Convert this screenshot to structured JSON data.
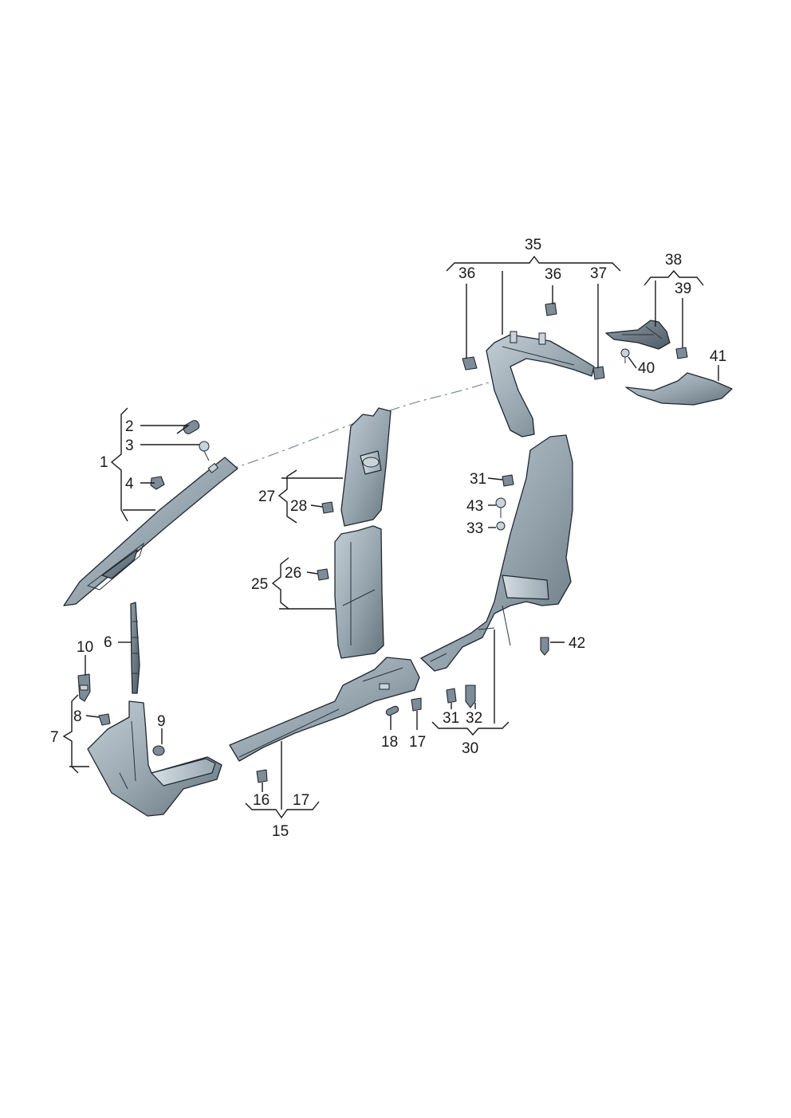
{
  "callouts": {
    "c1": "1",
    "c2": "2",
    "c3": "3",
    "c4": "4",
    "c6": "6",
    "c7": "7",
    "c8": "8",
    "c9": "9",
    "c10": "10",
    "c15": "15",
    "c16": "16",
    "c17a": "17",
    "c17b": "17",
    "c18": "18",
    "c25": "25",
    "c26": "26",
    "c27": "27",
    "c28": "28",
    "c30": "30",
    "c31a": "31",
    "c31b": "31",
    "c32": "32",
    "c33": "33",
    "c35": "35",
    "c36a": "36",
    "c36b": "36",
    "c37": "37",
    "c38": "38",
    "c39": "39",
    "c40": "40",
    "c41": "41",
    "c42": "42",
    "c43": "43"
  },
  "colors": {
    "trim_light": "#b9c5cd",
    "trim_mid": "#8e9ca6",
    "trim_dark": "#5c6a74",
    "outline": "#1f2830",
    "label": "#1a1a1a",
    "dash_line": "#7a8a94"
  }
}
